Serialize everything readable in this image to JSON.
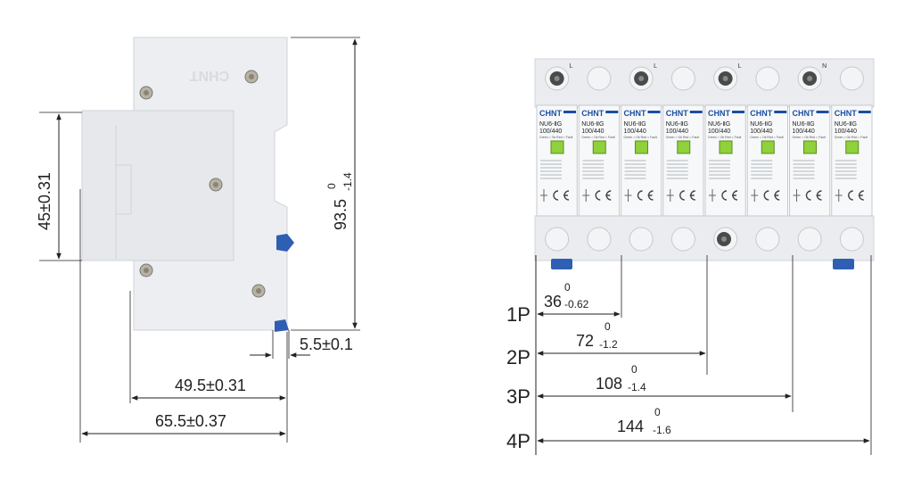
{
  "side_view": {
    "height_dim": {
      "main": "93.5",
      "sup": "0",
      "sub": "-1.4"
    },
    "window_dim": "45±0.31",
    "rail_dim": "5.5±0.1",
    "depth_mid_dim": "49.5±0.31",
    "depth_total_dim": "65.5±0.37",
    "embossed_brand": "CHNT"
  },
  "front_view": {
    "module_brand": "CHNT",
    "module_model_line1": "NU6-ⅡG",
    "module_model_line2": "100/440",
    "module_status": "Green = Ok  Red = Fault",
    "phase_labels": [
      "L",
      "L",
      "L",
      "N"
    ],
    "pole_rows": [
      {
        "label": "1P",
        "main": "36",
        "sup": "0",
        "sub": "-0.62"
      },
      {
        "label": "2P",
        "main": "72",
        "sup": "0",
        "sub": "-1.2"
      },
      {
        "label": "3P",
        "main": "108",
        "sup": "0",
        "sub": "-1.4"
      },
      {
        "label": "4P",
        "main": "144",
        "sup": "0",
        "sub": "-1.6"
      }
    ]
  },
  "colors": {
    "housing": "#e9ebee",
    "housing_shade": "#d9dce0",
    "rail_blue": "#2f5fb3",
    "indicator_green": "#8fd13a",
    "brand_blue": "#1a4fa3",
    "dim_line": "#222222"
  }
}
